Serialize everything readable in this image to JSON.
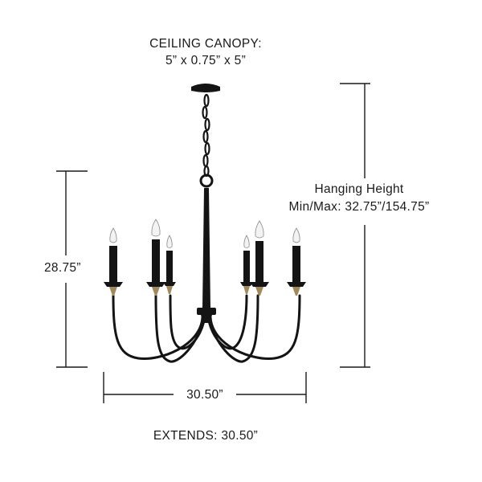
{
  "canopy": {
    "title": "CEILING CANOPY:",
    "dimensions": "5” x 0.75” x 5”"
  },
  "hanging_height": {
    "title": "Hanging Height",
    "range": "Min/Max: 32.75”/154.75”"
  },
  "fixture_height": "28.75”",
  "fixture_width": "30.50”",
  "extends": "EXTENDS: 30.50”",
  "colors": {
    "fixture": "#141414",
    "accent_brass": "#a08a5c",
    "bulb": "#f3f3f3",
    "dimension_line": "#1a1a1a"
  },
  "icons": [
    "chandelier-illustration",
    "candle-bulb-icon"
  ]
}
